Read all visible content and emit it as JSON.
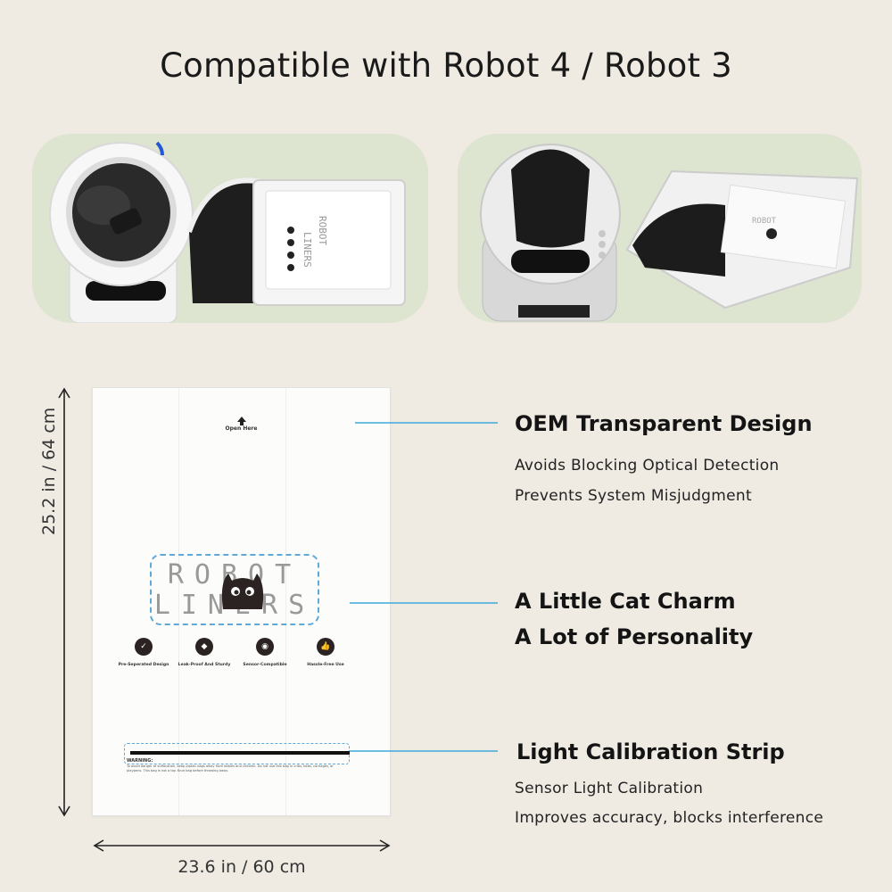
{
  "header": {
    "title": "Compatible with Robot 4 / Robot 3"
  },
  "dimensions": {
    "height_label": "25.2 in / 64 cm",
    "width_label": "23.6 in / 60 cm"
  },
  "liner": {
    "open_here": "Open Here",
    "logo_line1": "ROBOT",
    "logo_line2": "LINERS",
    "features": [
      {
        "icon": "check-badge-icon",
        "label": "Pre-Seperated Design"
      },
      {
        "icon": "drop-shield-icon",
        "label": "Leak-Proof And Sturdy"
      },
      {
        "icon": "sensor-waves-icon",
        "label": "Sensor-Compatible"
      },
      {
        "icon": "thumbs-up-icon",
        "label": "Hassle-Free Use"
      }
    ],
    "warning_title": "WARNING:",
    "warning_text": "To avoid danger of suffocation, keep plastic bags away from babies and children. Do not use this bag in cribs, beds, carriages, or playpens. This bag is not a toy. Knot bag before throwing away."
  },
  "callouts": [
    {
      "title": "OEM Transparent Design",
      "lines": [
        "Avoids Blocking Optical Detection",
        "Prevents System Misjudgment"
      ]
    },
    {
      "title": "A Little Cat Charm",
      "lines": [
        "A Lot of Personality"
      ]
    },
    {
      "title": "Light Calibration Strip",
      "lines": [
        "Sensor Light Calibration",
        "Improves accuracy, blocks interference"
      ]
    }
  ],
  "colors": {
    "background": "#efebe3",
    "panel": "#dde4d0",
    "accent": "#3fa9dc",
    "dark": "#2b2322"
  }
}
